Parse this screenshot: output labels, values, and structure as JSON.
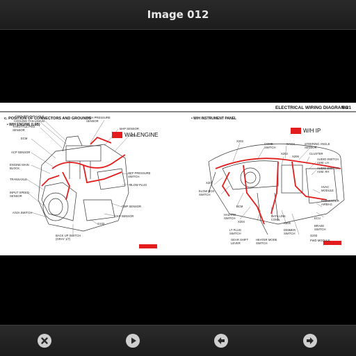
{
  "header": {
    "title": "Image 012"
  },
  "document": {
    "section_header": "ELECTRICAL WIRING DIAGRAMS",
    "page_number": "5-31",
    "left_heading": "c. POSITION OF CONNECTORS AND GROUNDS",
    "left_subheading": "• W/H ENGINE (L6B)",
    "right_subheading": "• W/H INSTRUMENT PANEL",
    "engine_legend": "W/H ENGINE",
    "ip_legend": "W/H IP",
    "engine_labels": [
      "COOLING FAN L/ALS",
      "COOLING FAN L/MAIN",
      "THROTTLE POS SENSOR",
      "ECM",
      "ACP SENSOR",
      "ENGINE MAIN BLOCK",
      "TRANSAXLE",
      "INPUT SPEED SENSOR",
      "A/S/A SWITCH",
      "HIGH PRESSURE SENSOR",
      "MAP SENSOR",
      "X103",
      "OFF PRESSURE SWITCH",
      "GLOW PLUG",
      "CMP SENSOR",
      "CKP SENSOR",
      "G103",
      "BACK UP SWITCH (GRAY 1/7)"
    ],
    "ip_labels": [
      "X203",
      "COMB SWITCH",
      "CACH",
      "STEERING ANGLE SENSOR",
      "CLUSTER",
      "X202",
      "X206",
      "AUDIO SWITCH ASM. LH",
      "AUDIO SWITCH ASM. RH",
      "X201",
      "ELOW BOX SWITCH",
      "BCM",
      "HAZARD SWITCH",
      "X204",
      "LT PLUG SWITCH",
      "DATA LINK CONN.",
      "X205",
      "DIMMER SWITCH",
      "GEAR SHIFT LEVER",
      "HEATER MODE SWITCH",
      "G203",
      "FWD MODULE",
      "HVAC MODULE",
      "PASSENGER AIRBAG",
      "BRAKE SWITCH",
      "ECU"
    ]
  },
  "controls": {
    "close": "close-icon",
    "play": "play-icon",
    "previous": "arrow-left-icon",
    "next": "arrow-right-icon"
  },
  "colors": {
    "harness": "#e31d1d",
    "button": "#cfcfcf",
    "bar": "#222222"
  }
}
